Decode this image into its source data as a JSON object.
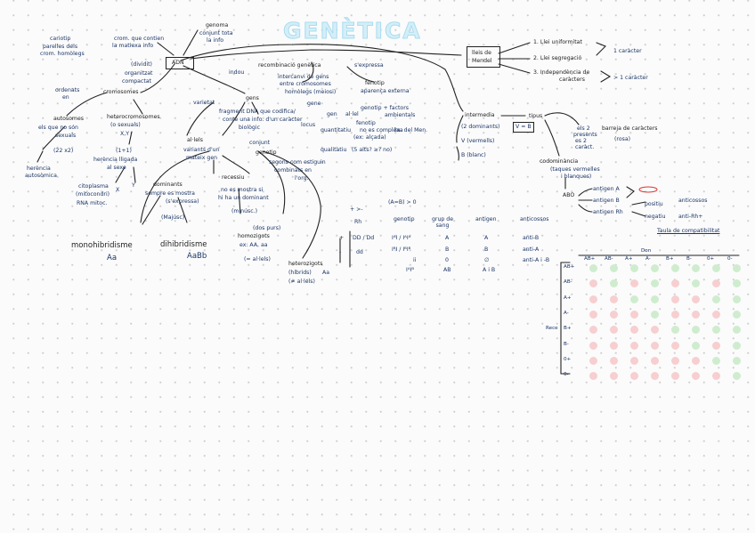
{
  "title": "GENÈTICA",
  "colors": {
    "ink": "#1b3566",
    "dark": "#222222",
    "title": "#a9dcf0",
    "compatible": "#cfeccf",
    "incompatible": "#f7cfd0"
  },
  "nodes": {
    "cariotip": "cariotip",
    "cariotip_def1": "parelles dels",
    "cariotip_def2": "crom. homòlegs",
    "crom_def1": "crom. que contien",
    "crom_def2": "la matiexa info",
    "genoma": "genoma",
    "genoma_def1": "conjunt tota",
    "genoma_def2": "la info",
    "adn": "ADN",
    "dividit": "(dividit)",
    "organitzat": "organitzat",
    "compactat": "compactat",
    "ordenats": "ordenats",
    "en": "en",
    "cromosomes": "cromosomes",
    "autosomes": "autosomes",
    "autosomes_def1": "els que no són",
    "autosomes_def2": "sexuals",
    "n22x2": "(22 x2)",
    "herencia_auto1": "herència",
    "herencia_auto2": "autosòmica",
    "heterocromosomes": "heterocromosomes",
    "sexuals": "(o sexuals)",
    "xy": "X,Y",
    "unmes": "(1+1)",
    "herencia_lligada1": "herència lligada",
    "herencia_lligada2": "al sexe",
    "citoplasma1": "citoplasma",
    "citoplasma2": "(mitocondri)",
    "citoplasma3": "RNA mitoc.",
    "x_mark": "X",
    "y_mark": "Y",
    "recombinacio": "recombinació genètica",
    "intercanvi1": "intercanvi de gens",
    "intercanvi2": "entre cromosomes",
    "homolegs": "homòlegs (meiosi)",
    "sexpressa": "s'expressa",
    "fenotip": "fenotip",
    "aparenca": "aparença externa",
    "genotip_factors": "genotip + factors",
    "ambientals": "ambientals",
    "fenotip2": "fenotip",
    "no_es_complexa": "no es complexa",
    "ex_albi": "3a. del Men.",
    "quantitatiu": "quantitatiu",
    "quantitatiu_ex": "(ex: alçada)",
    "qualitatiu": "qualitatiu",
    "qualitatiu_ex": "(5 alts? ≥? no)",
    "indou": "indou",
    "gens": "gens",
    "fragment1": "fragment DNA que codifica/",
    "fragment2": "conté una info. d'un caràcter",
    "fragment3": "biològic",
    "gene_small1": "gene",
    "gene_small2": "gen",
    "allels_small": "al·lel",
    "locus": "locus",
    "varietat": "varietat",
    "allels": "al·lels",
    "allels_def1": "variants d'un",
    "allels_def2": "mateix gen",
    "conjunt": "conjunt",
    "genotip": "genotip",
    "segons1": "segons com estiguin",
    "segons2": "combinats en",
    "segons3": "l'org.",
    "dominants": "dominants",
    "sempre": "sempre es mostra",
    "sexpressa2": "(s'expressa)",
    "majusc": "(Majúsc)",
    "recessiu": "recessiu",
    "recessiu_def1": "no es mostra si",
    "recessiu_def2": "hi ha un dominant",
    "minusc": "(minúsc.)",
    "monohibridisme": "monohibridisme",
    "aa": "Aa",
    "dihibridisme": "dihibridisme",
    "aabb": "AaBb",
    "homozigots": "homozigots",
    "homozigots_ex": "ex: AA, aa",
    "dos_iguals": "(dos purs)",
    "n_allels": "(= al·lels)",
    "heterozigots": "heterozigots",
    "hibrids": "(híbrids)",
    "aa2": "Aa",
    "diff_allels": "(≠ al·lels)",
    "lleis": "lleis de",
    "mendel": "Mendel",
    "lleis_1": "1. Llei uniformitat",
    "lleis_2": "2. Llei segregació",
    "lleis_3": "3. Independència de",
    "lleis_3b": "caràcters",
    "un_caracter": "1 caràcter",
    "mes_un": "> 1 caràcter",
    "intermedia": "intermedia",
    "dos_dominants": "(2 dominants)",
    "v_eq_b": "V = B",
    "v_vermells": "V (vermells)",
    "b_blanc": "B (blanc)",
    "tipus": "tipus",
    "els2_1": "els 2",
    "els2_2": "presents",
    "els2_3": "es 2",
    "els2_4": "caràct.",
    "barreja": "barreja de caràcters",
    "rosa": "(rosa)",
    "codominancia": "codominància",
    "codom_def1": "(taques vermelles",
    "codom_def2": "i blanques)",
    "abo": "ABO",
    "antigen_a": "antigen A",
    "antigen_b": "antigen B",
    "antigen_rh": "antigen Rh",
    "positiu": "positiu",
    "negatiu": "negatiu",
    "anticossos": "anticossos",
    "anti_rh": "anti-Rh+",
    "taula_compat": "Taula de compatibilitat"
  },
  "rh_table": {
    "top_labels": [
      "+ >-",
      "(A=B) > 0"
    ],
    "headers": [
      "Rh",
      "genotip",
      "grup de sang",
      "antigen",
      "anticossos"
    ],
    "rows": [
      {
        "rh": "+",
        "rh_gen": "DD / Dd",
        "genotip": "IᴬI / IᴬIᴬ",
        "grup": "A",
        "antigen": "A",
        "anticossos": "anti-B"
      },
      {
        "rh": "-",
        "rh_gen": "dd",
        "genotip": "IᴮI / IᴮIᴮ",
        "grup": "B",
        "antigen": "B",
        "anticossos": "anti-A"
      },
      {
        "rh": "",
        "rh_gen": "",
        "genotip": "ii",
        "grup": "0",
        "antigen": "∅",
        "anticossos": "anti-A i -B"
      },
      {
        "rh": "",
        "rh_gen": "",
        "genotip": "IᴬIᴮ",
        "grup": "AB",
        "antigen": "A i B",
        "anticossos": ""
      }
    ]
  },
  "compat_table": {
    "col_label": "Don",
    "row_label": "Rece",
    "columns": [
      "AB+",
      "AB-",
      "A+",
      "A-",
      "B+",
      "B-",
      "0+",
      "0-"
    ],
    "rows": [
      "AB+",
      "AB-",
      "A+",
      "A-",
      "B+",
      "B-",
      "0+",
      "0-"
    ],
    "matrix": [
      [
        1,
        1,
        1,
        1,
        1,
        1,
        1,
        1
      ],
      [
        0,
        1,
        0,
        1,
        0,
        1,
        0,
        1
      ],
      [
        0,
        0,
        1,
        1,
        0,
        0,
        1,
        1
      ],
      [
        0,
        0,
        0,
        1,
        0,
        0,
        0,
        1
      ],
      [
        0,
        0,
        0,
        0,
        1,
        1,
        1,
        1
      ],
      [
        0,
        0,
        0,
        0,
        0,
        1,
        0,
        1
      ],
      [
        0,
        0,
        0,
        0,
        0,
        0,
        1,
        1
      ],
      [
        0,
        0,
        0,
        0,
        0,
        0,
        0,
        1
      ]
    ]
  }
}
